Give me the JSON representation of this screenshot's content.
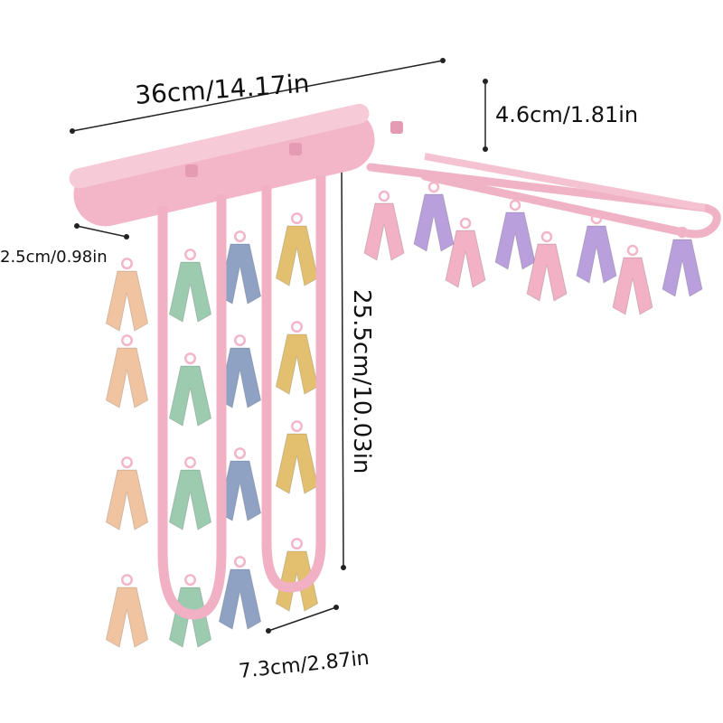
{
  "dimensions": {
    "width": "36cm/14.17in",
    "depth": "4.6cm/1.81in",
    "clip_spacing": "2.5cm/0.98in",
    "height": "25.5cm/10.03in",
    "loop_width": "7.3cm/2.87in"
  },
  "colors": {
    "hanger": "#f2b6c8",
    "hanger_shade": "#e59bb3",
    "clip_peach": "#f0c4a0",
    "clip_green": "#9ccbb0",
    "clip_blue": "#8fa2c4",
    "clip_yellow": "#e2c070",
    "clip_purple": "#b9a0dc",
    "clip_pink": "#f2b1c4"
  }
}
